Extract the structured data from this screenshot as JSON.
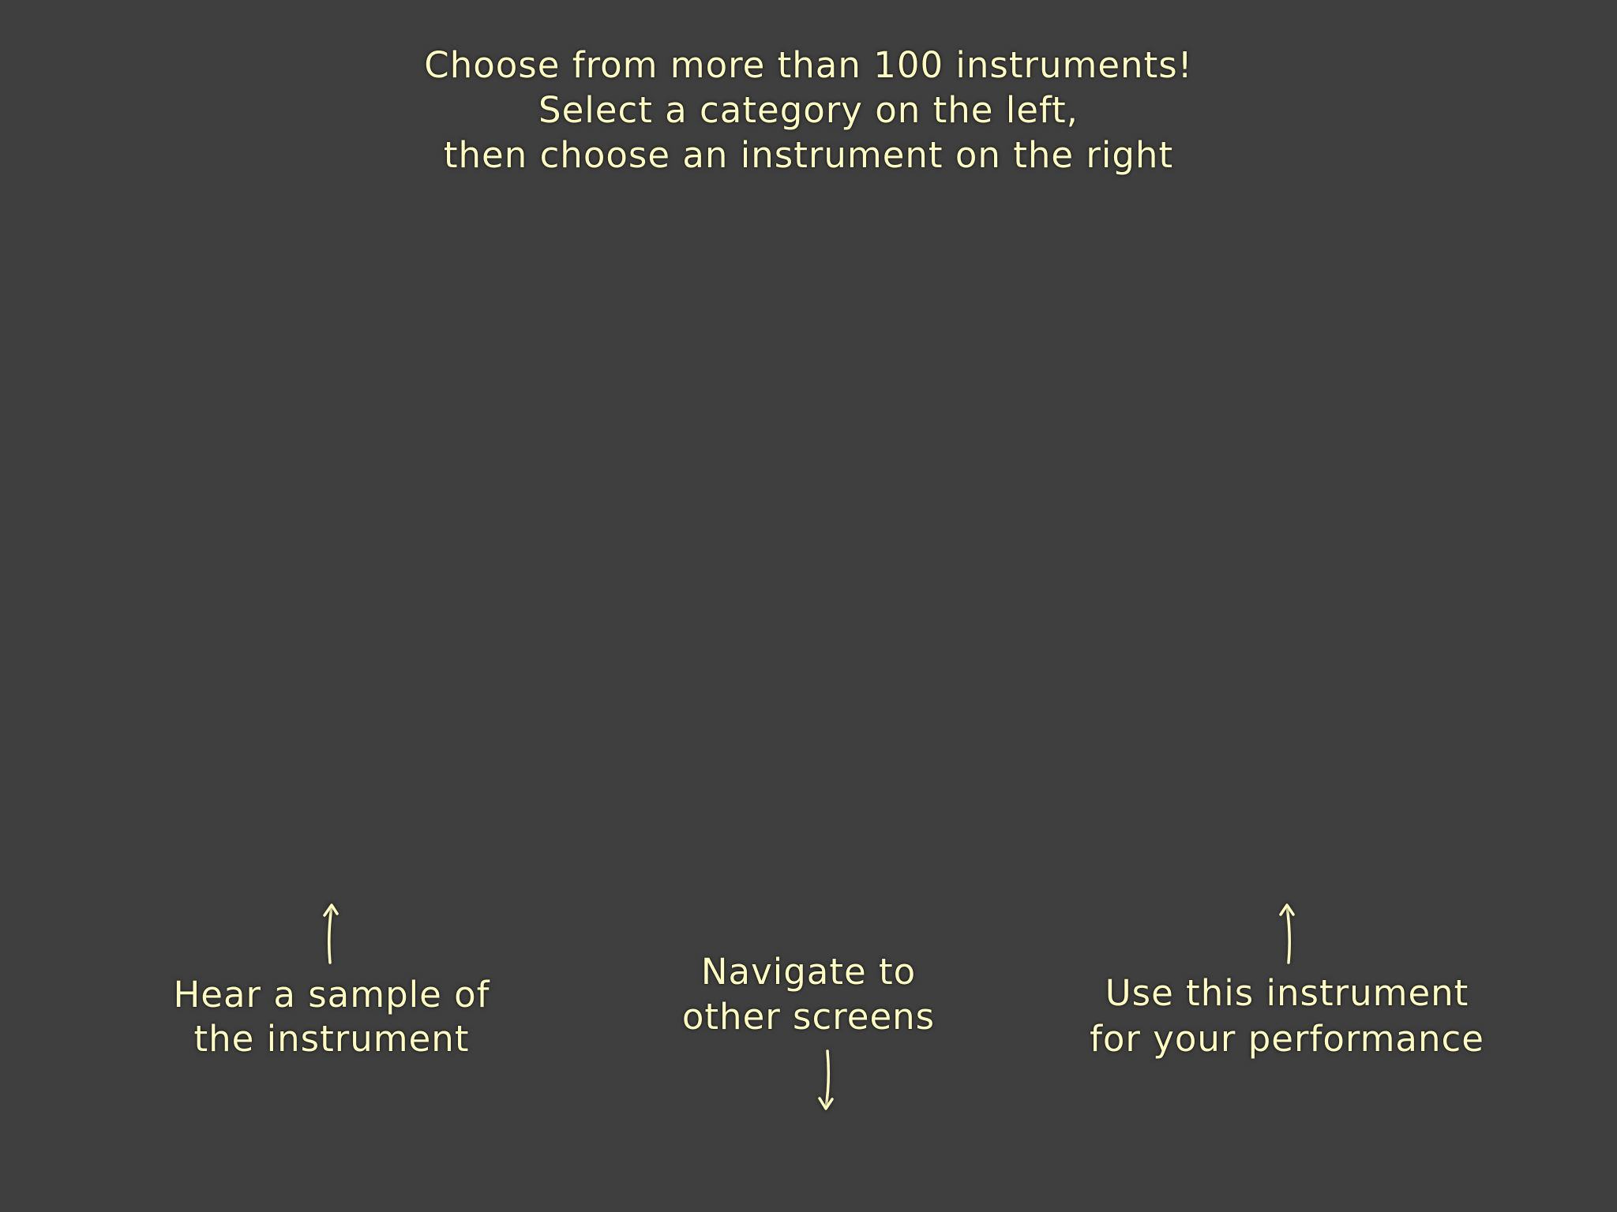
{
  "overlay": {
    "background_color": "#3f3f3f",
    "text_color": "#fffdc4"
  },
  "hints": {
    "top": "Choose from more than 100 instruments!\nSelect a category on the left,\nthen choose an instrument on the right",
    "hear_sample": "Hear a sample of\nthe instrument",
    "navigate": "Navigate to\nother screens",
    "use_instrument": "Use this instrument\nfor your performance"
  },
  "icons": {
    "hear_arrow": "arrow-up-icon",
    "navigate_arrow": "arrow-down-icon",
    "use_arrow": "arrow-up-icon"
  }
}
